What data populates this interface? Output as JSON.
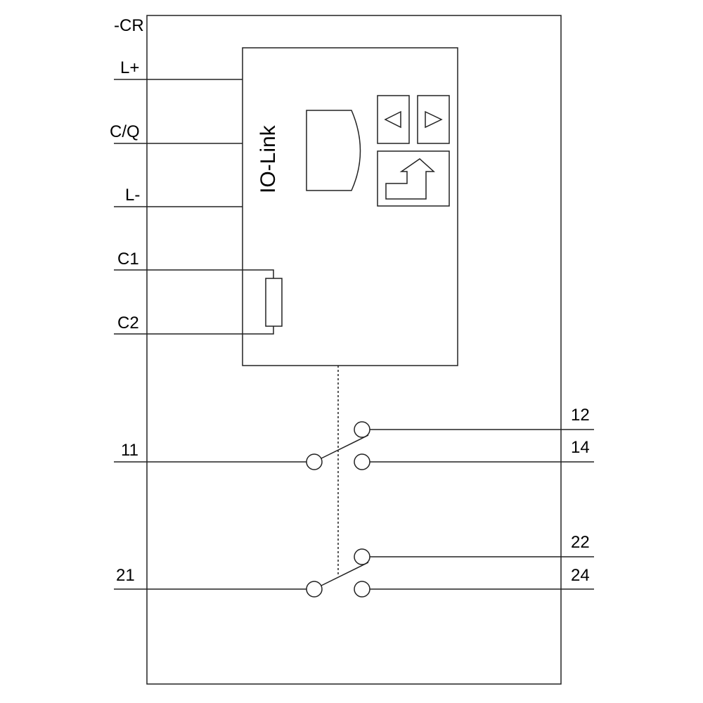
{
  "device": {
    "designation": "-CR",
    "interface_label": "IO-Link"
  },
  "terminals": {
    "left": [
      {
        "id": "L+",
        "label": "L+"
      },
      {
        "id": "C/Q",
        "label": "C/Q"
      },
      {
        "id": "L-",
        "label": "L-"
      },
      {
        "id": "C1",
        "label": "C1"
      },
      {
        "id": "C2",
        "label": "C2"
      },
      {
        "id": "11",
        "label": "11"
      },
      {
        "id": "21",
        "label": "21"
      }
    ],
    "right": [
      {
        "id": "12",
        "label": "12"
      },
      {
        "id": "14",
        "label": "14"
      },
      {
        "id": "22",
        "label": "22"
      },
      {
        "id": "24",
        "label": "24"
      }
    ]
  },
  "icons": {
    "display": "display-icon",
    "left_button": "arrow-left-button-icon",
    "right_button": "arrow-right-button-icon",
    "enter_button": "enter-return-icon",
    "resistor": "resistor-icon",
    "contact": "changeover-contact-icon"
  },
  "colors": {
    "line": "#222222",
    "background": "#ffffff"
  }
}
